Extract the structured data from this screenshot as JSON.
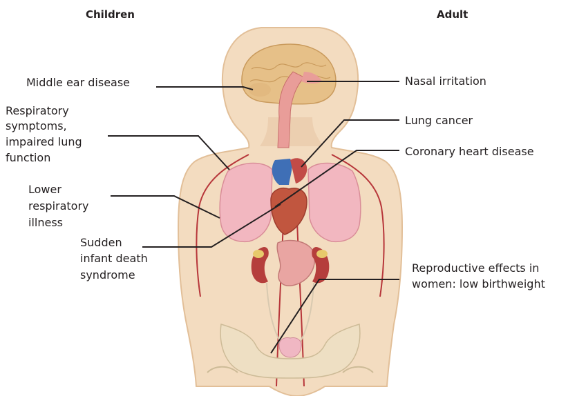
{
  "headers": {
    "children": "Children",
    "adult": "Adult"
  },
  "labels_left": {
    "middle_ear": "Middle ear disease",
    "respiratory_1": "Respiratory",
    "respiratory_2": "symptoms,",
    "respiratory_3": "impaired lung",
    "respiratory_4": "function",
    "lower_1": "Lower",
    "lower_2": "respiratory",
    "lower_3": "illness",
    "sids_1": "Sudden",
    "sids_2": "infant death",
    "sids_3": "syndrome"
  },
  "labels_right": {
    "nasal": "Nasal irritation",
    "lung_cancer": "Lung cancer",
    "coronary": "Coronary heart disease",
    "reproductive_1": "Reproductive effects in",
    "reproductive_2": "women: low birthweight"
  },
  "colors": {
    "skin": "#f3dcc0",
    "skin_outline": "#e2bf98",
    "bone": "#eedfc3",
    "lung": "#f2b7c0",
    "artery": "#b7363a",
    "kidney": "#b53e3c",
    "stomach": "#e9a5a2",
    "brain": "#e6c088",
    "leader_line": "#231f20"
  }
}
